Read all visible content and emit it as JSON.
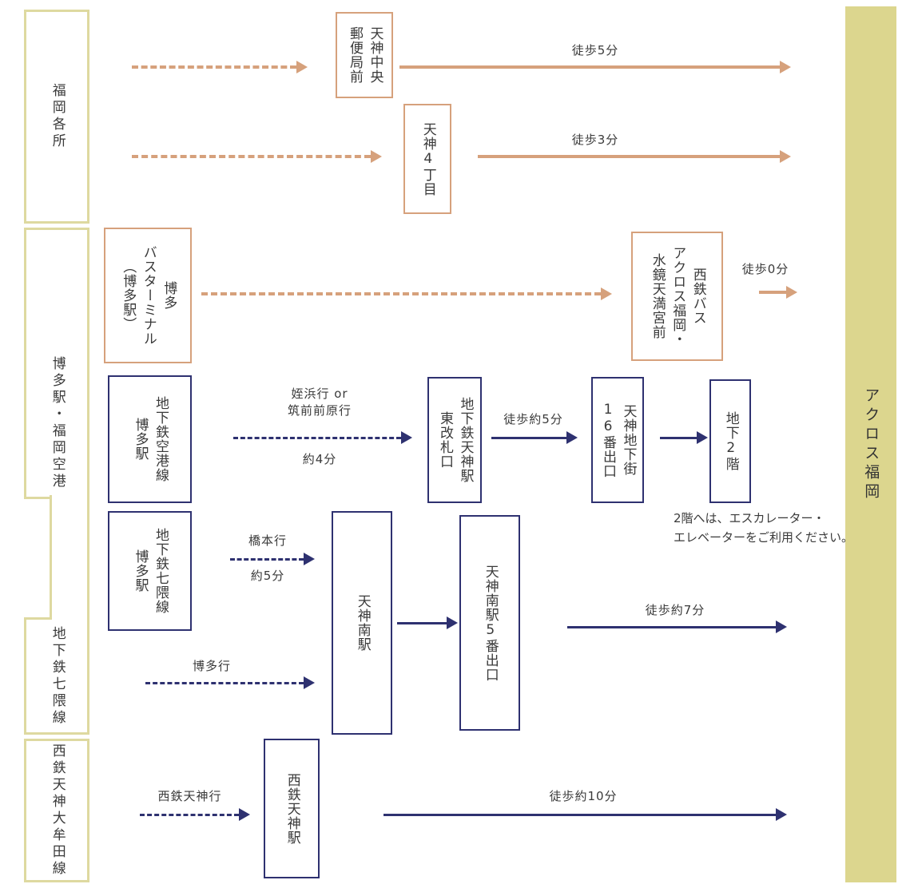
{
  "colors": {
    "orange": "#D6A17C",
    "navy": "#2E3170",
    "khaki_border": "#DED9A0",
    "khaki_fill": "#DCD68E",
    "text": "#3A3A3A"
  },
  "left_groups": {
    "fukuoka": "福岡各所",
    "hakata_airport": "博多駅・福岡空港",
    "nanakuma": "地下鉄七隈線",
    "omuta": "西鉄天神大牟田線"
  },
  "destination": "アクロス福岡",
  "post_office_route": {
    "stop": "天神中央\n郵便局前",
    "walk": "徒歩5分"
  },
  "tenjin4_route": {
    "stop": "天神4丁目",
    "walk": "徒歩3分"
  },
  "bus_route": {
    "terminal": "博多\nバスターミナル\n（博多駅）",
    "stop": "西鉄バス\nアクロス福岡・\n水鏡天満宮前",
    "walk": "徒歩0分"
  },
  "kuko_route": {
    "origin": "地下鉄空港線\n博多駅",
    "bound": "姪浜行 or\n筑前前原行",
    "time": "約4分",
    "station": "地下鉄天神駅\n東改札口",
    "walk": "徒歩約5分",
    "exit": "天神地下街\n16番出口",
    "floor": "地下2階",
    "note": "2階へは、エスカレーター・\nエレベーターをご利用ください。"
  },
  "nanakuma_route": {
    "origin": "地下鉄七隈線\n博多駅",
    "bound1": "橋本行",
    "time1": "約5分",
    "bound2": "博多行",
    "station": "天神南駅",
    "exit": "天神南駅5番出口",
    "walk": "徒歩約7分"
  },
  "nishitetsu_route": {
    "bound": "西鉄天神行",
    "station": "西鉄天神駅",
    "walk": "徒歩約10分"
  }
}
